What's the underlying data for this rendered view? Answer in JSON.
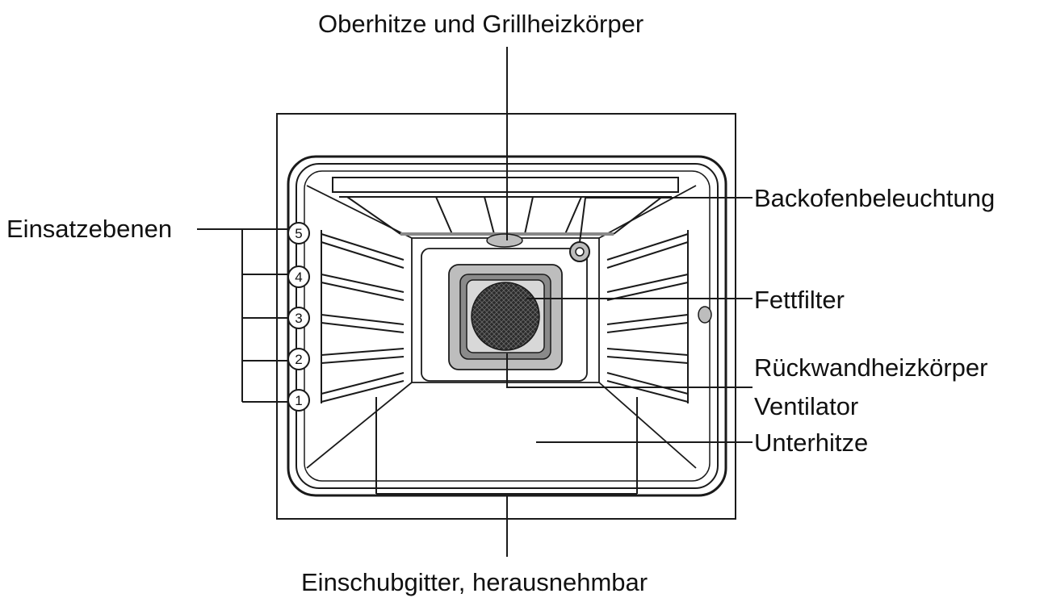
{
  "labels": {
    "top": "Oberhitze und Grillheizkörper",
    "light": "Backofenbeleuchtung",
    "levels": "Einsatzebenen",
    "filter": "Fettfilter",
    "rear_heater": "Rückwandheizkörper",
    "fan": "Ventilator",
    "bottom_heat": "Unterhitze",
    "racks": "Einschubgitter, herausnehmbar"
  },
  "levels": [
    "5",
    "4",
    "3",
    "2",
    "1"
  ],
  "colors": {
    "line": "#1a1a1a",
    "panel": "#bdbdbd",
    "panel_inner": "#8a8a8a",
    "fan": "#2b2b2b"
  }
}
